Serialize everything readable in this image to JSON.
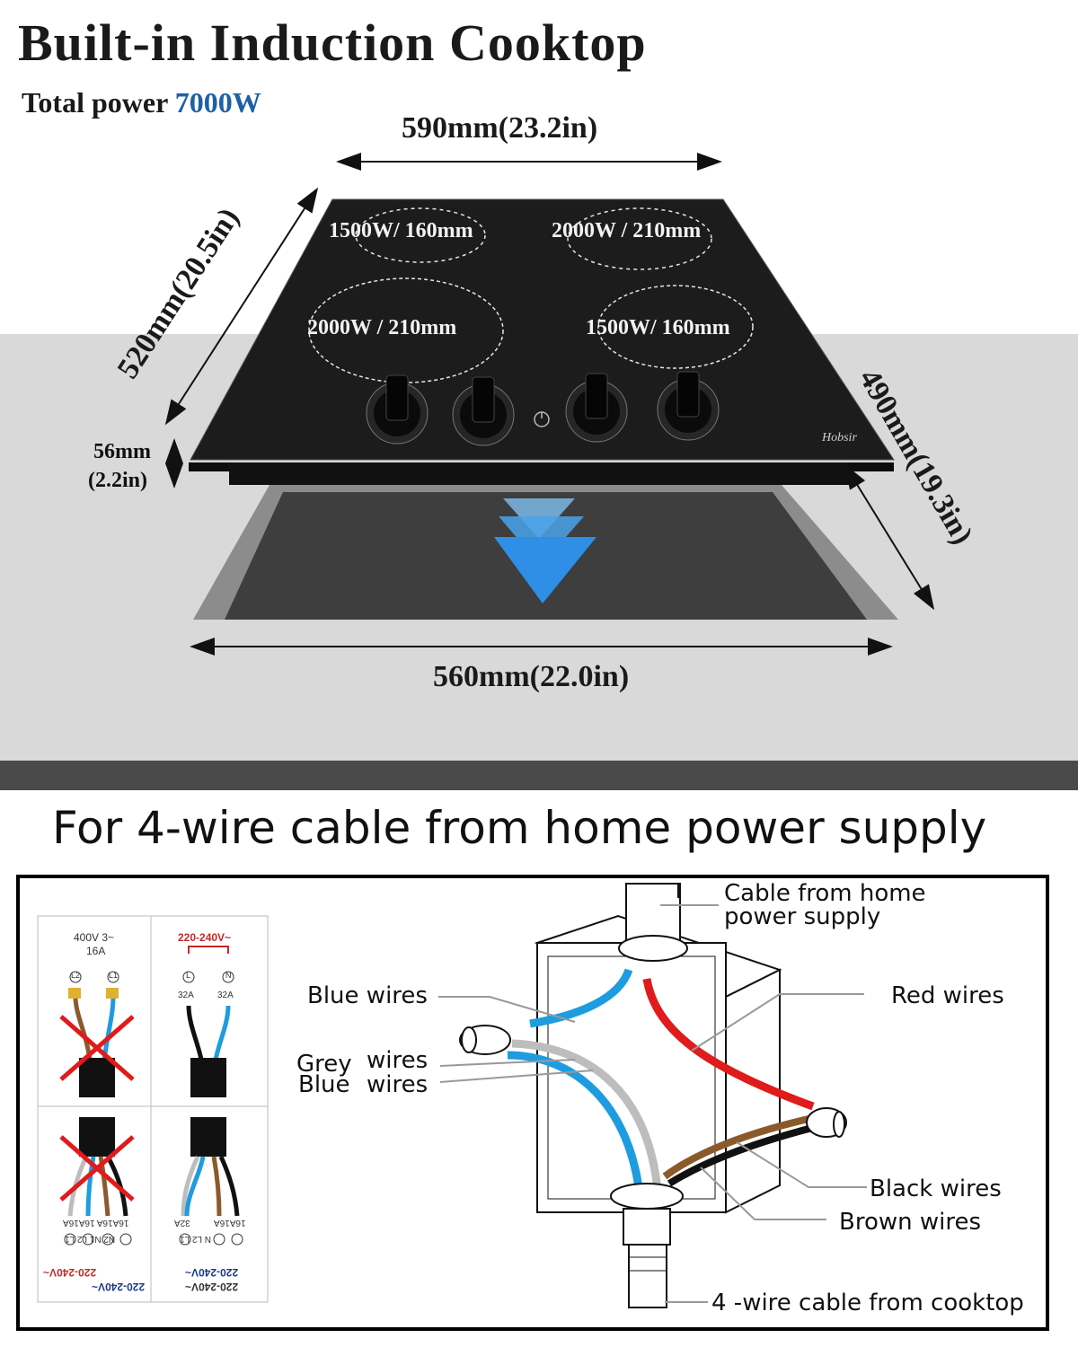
{
  "header": {
    "title": "Built-in Induction Cooktop",
    "power_label": "Total power",
    "power_value": "7000W"
  },
  "dimensions": {
    "top_width": "590mm(23.2in)",
    "left_depth": "520mm(20.5in)",
    "height_mm": "56mm",
    "height_in": "(2.2in)",
    "right_depth": "490mm(19.3in)",
    "bottom_width": "560mm(22.0in)"
  },
  "cooktop": {
    "brand": "Hobsir",
    "burners": [
      {
        "label": "1500W/ 160mm"
      },
      {
        "label": "2000W / 210mm"
      },
      {
        "label": "2000W / 210mm"
      },
      {
        "label": "1500W/ 160mm"
      }
    ]
  },
  "wiring": {
    "heading": "For 4-wire cable from home power supply",
    "labels": {
      "cable_home_1": "Cable from home",
      "cable_home_2": "power supply",
      "blue_wires_top": "Blue wires",
      "red_wires": "Red wires",
      "grey": "Grey",
      "blue": "Blue",
      "wires_a": "wires",
      "wires_b": "wires",
      "black_wires": "Black wires",
      "brown_wires": "Brown wires",
      "cable_cooktop": "4 -wire cable from cooktop"
    },
    "panels": {
      "p1_volt": "400V 3~",
      "p1_amp": "16A",
      "p1_t1": "L2",
      "p1_t2": "L1",
      "p2_volt": "220-240V~",
      "p2_t1": "L",
      "p2_t2": "N",
      "p2_a1": "32A",
      "p2_a2": "32A",
      "p3_amp": "16A16A 16A16A",
      "p3_terms": "N2 N1 L2 L1",
      "p3_v1": "220-240V~",
      "p3_v2": "220-240V~",
      "p4_a1": "32A",
      "p4_a2": "16A16A",
      "p4_terms": "N L2 L1",
      "p4_v1": "220-240V~",
      "p4_v2": "220-240V~"
    }
  },
  "colors": {
    "accent": "#1f5fa6",
    "counter_grey": "#d9d9d9",
    "glass": "#1c1c1c",
    "arrow_blue": "#2f8ee6",
    "red_wire": "#e01b1b",
    "blue_wire": "#1e9ce0",
    "grey_wire": "#bdbdbd",
    "brown_wire": "#8b5a2b",
    "black_wire": "#111111"
  }
}
